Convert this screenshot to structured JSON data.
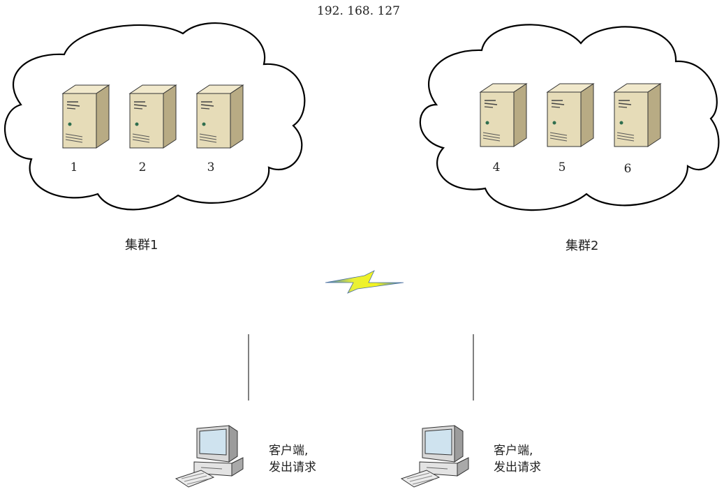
{
  "network_label": "192. 168. 127",
  "clusters": [
    {
      "name": "集群1",
      "servers": [
        "1",
        "2",
        "3"
      ]
    },
    {
      "name": "集群2",
      "servers": [
        "4",
        "5",
        "6"
      ]
    }
  ],
  "clients": [
    {
      "line1": "客户端,",
      "line2": "发出请求"
    },
    {
      "line1": "客户端,",
      "line2": "发出请求"
    }
  ],
  "icons": {
    "server": "server-icon",
    "cloud": "cloud-icon",
    "client": "desktop-computer-icon",
    "link": "lightning-bolt-icon"
  }
}
